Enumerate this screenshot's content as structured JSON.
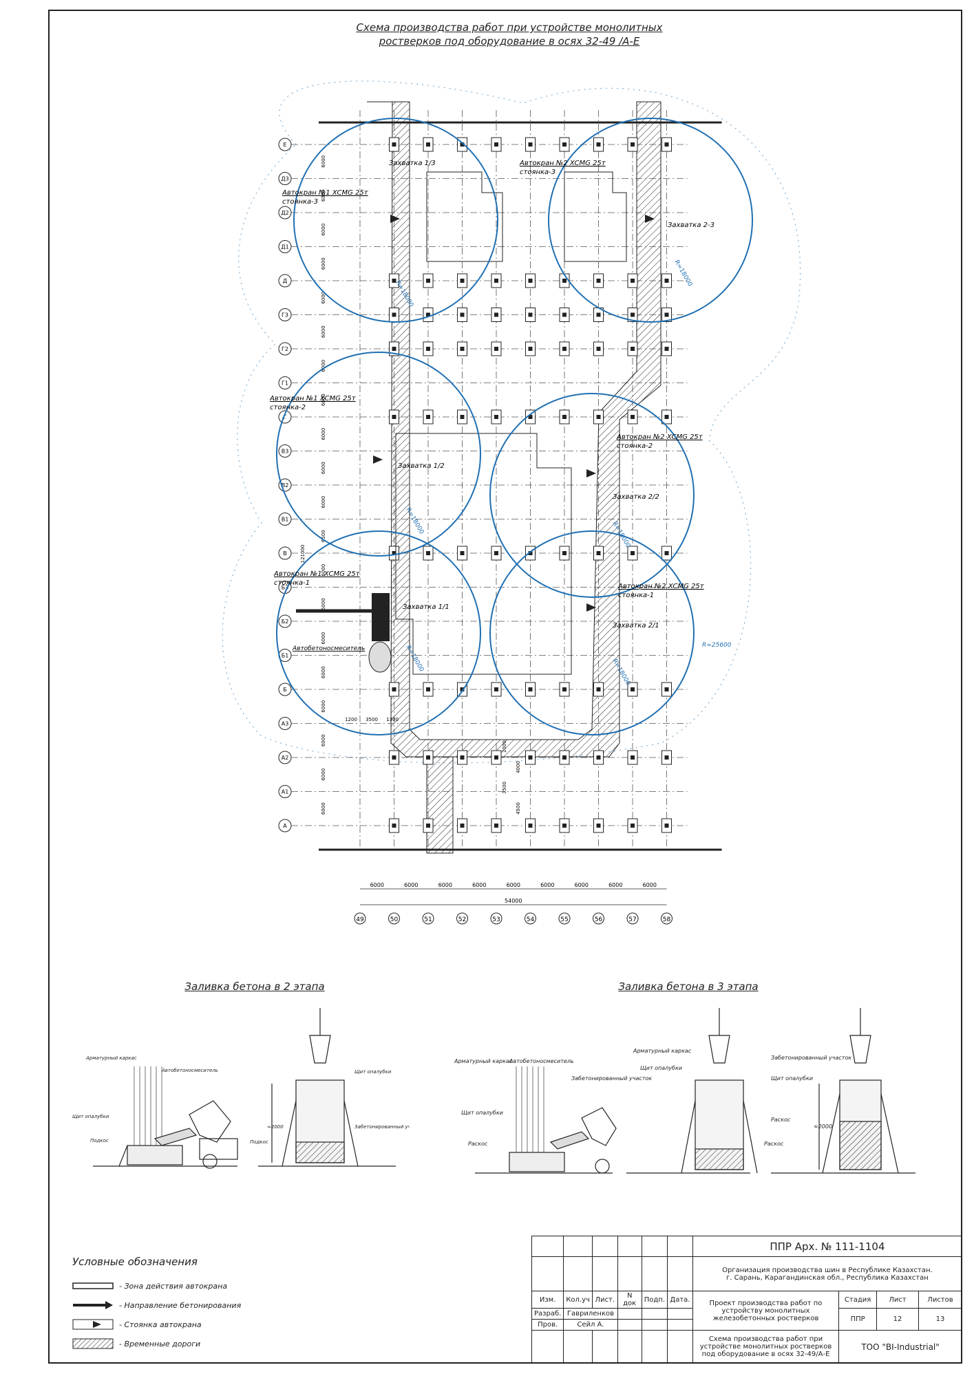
{
  "title": {
    "line1": "Схема производства работ при устройстве монолитных",
    "line2": "ростверков под оборудование в осях 32-49 /А-Е"
  },
  "plan": {
    "row_axes": [
      "Е",
      "Д3",
      "Д2",
      "Д1",
      "Д",
      "Г3",
      "Г2",
      "Г1",
      "Г",
      "В3",
      "В2",
      "В1",
      "В",
      "Б3",
      "Б2",
      "Б1",
      "Б",
      "А3",
      "А2",
      "А1",
      "А"
    ],
    "row_spacing_labels": [
      "6000",
      "6000",
      "6000",
      "6000",
      "6000",
      "6000",
      "6000",
      "6000",
      "6000",
      "6000",
      "6000",
      "6500",
      "6000",
      "6000",
      "6000",
      "6000",
      "6000",
      "6000",
      "6000",
      "6000"
    ],
    "col_axes": [
      "49",
      "50",
      "51",
      "52",
      "53",
      "54",
      "55",
      "56",
      "57",
      "58"
    ],
    "col_spacing": [
      "6000",
      "6000",
      "6000",
      "6000",
      "6000",
      "6000",
      "6000",
      "6000",
      "6000"
    ],
    "total_width": "54000",
    "total_height_label": "121000",
    "zone_labels": [
      "Захватка 1/3",
      "Захватка 2-3",
      "Захватка 1/2",
      "Захватка 2/2",
      "Захватка 1/1",
      "Захватка 2/1"
    ],
    "crane_labels": [
      {
        "line1": "Автокран №1 XCMG 25т",
        "line2": "стоянка-3"
      },
      {
        "line1": "Автокран №2 XCMG 25т",
        "line2": "стоянка-3"
      },
      {
        "line1": "Автокран №1 XCMG 25т",
        "line2": "стоянка-2"
      },
      {
        "line1": "Автокран №2 XCMG 25т",
        "line2": "стоянка-2"
      },
      {
        "line1": "Автокран №1 XCMG 25т",
        "line2": "стоянка-1"
      },
      {
        "line1": "Автокран №2 XCMG 25т",
        "line2": "стоянка-1"
      }
    ],
    "radius_label": "R=18000",
    "outer_radius_label": "R=25600",
    "mixer_label": "Автобетоносмеситель",
    "road_dims": [
      "1200",
      "3500",
      "1300"
    ],
    "road_dims_bottom": [
      "2000",
      "4000",
      "3500",
      "4500"
    ]
  },
  "stage2": {
    "title": "Заливка бетона в 2 этапа",
    "labels": [
      "Арматурный каркас",
      "Автобетоносмеситель",
      "Щит опалубки",
      "Подкос",
      "Щит опалубки",
      "Забетонированный участок",
      "Подкос",
      "≈2000"
    ]
  },
  "stage3": {
    "title": "Заливка бетона в 3 этапа",
    "labels": [
      "Арматурный каркас",
      "Автобетоносмеситель",
      "Забетонированный участок",
      "Щит опалубки",
      "Раскос",
      "Арматурный каркас",
      "Щит опалубки",
      "Забетонированный участок",
      "Щит опалубки",
      "Раскос",
      "Раскос",
      "≈2000"
    ]
  },
  "legend": {
    "title": "Условные обозначения",
    "items": [
      {
        "icon": "crane-zone-icon",
        "text": "- Зона действия автокрана"
      },
      {
        "icon": "direction-arrow-icon",
        "text": "- Направление бетонирования"
      },
      {
        "icon": "crane-stand-icon",
        "text": "- Стоянка автокрана"
      },
      {
        "icon": "hatch-road-icon",
        "text": "- Временные дороги"
      }
    ]
  },
  "title_block": {
    "doc_number": "ППР Арх. № 111-1104",
    "org_line1": "Организация производства шин в Республике Казахстан.",
    "org_line2": "г. Сарань, Карагандинская обл., Республика Казахстан",
    "headers": [
      "Изм.",
      "Кол.уч",
      "Лист.",
      "N док",
      "Подп.",
      "Дата."
    ],
    "developer_role": "Разраб.",
    "developer_name": "Гавриленков",
    "checker_role": "Пров.",
    "checker_name": "Сейл А.",
    "project_name": "Проект производства работ по устройству монолитных железобетонных ростверков",
    "stage_header": "Стадия",
    "sheet_header": "Лист",
    "sheets_header": "Листов",
    "stage": "ППР",
    "sheet": "12",
    "sheets": "13",
    "drawing_name": "Схема производства работ при устройстве монолитных ростверков под оборудование в осях 32-49/А-Е",
    "company": "ТОО \"BI-Industrial\""
  },
  "colors": {
    "crane_circle": "#1f6fb2",
    "outer_zone": "#7fb0d6",
    "line": "#222222"
  }
}
